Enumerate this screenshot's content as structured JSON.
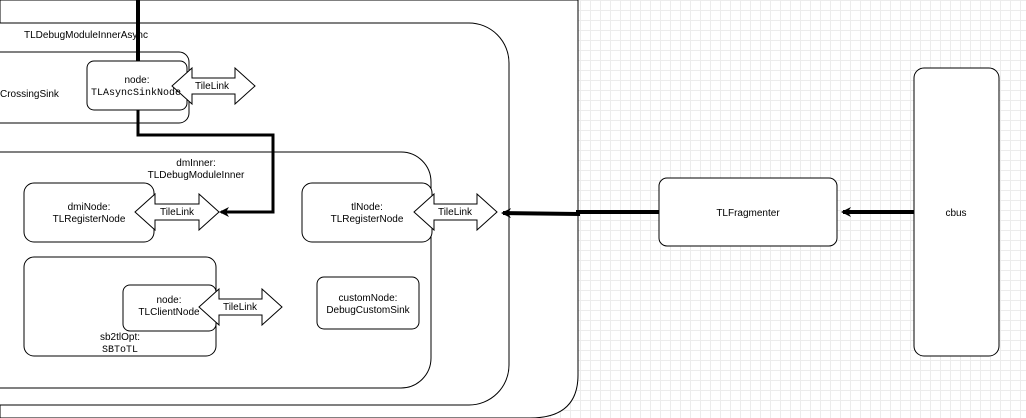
{
  "labels": {
    "inner_async_title": "TLDebugModuleInnerAsync",
    "crossing_sink": "CrossingSink",
    "async_node_line1": "node:",
    "async_node_line2": "TLAsyncSinkNode",
    "tilelink": "TileLink",
    "dm_inner_line1": "dmInner:",
    "dm_inner_line2": "TLDebugModuleInner",
    "dmi_node_line1": "dmiNode:",
    "dmi_node_line2": "TLRegisterNode",
    "tl_node_line1": "tlNode:",
    "tl_node_line2": "TLRegisterNode",
    "client_node_line1": "node:",
    "client_node_line2": "TLClientNode",
    "sb2tl_line1": "sb2tlOpt:",
    "sb2tl_line2": "SBToTL",
    "custom_node_line1": "customNode:",
    "custom_node_line2": "DebugCustomSink",
    "tl_fragmenter": "TLFragmenter",
    "cbus": "cbus"
  },
  "colors": {
    "stroke": "#000000",
    "fill": "#ffffff",
    "grid": "#ececec"
  }
}
